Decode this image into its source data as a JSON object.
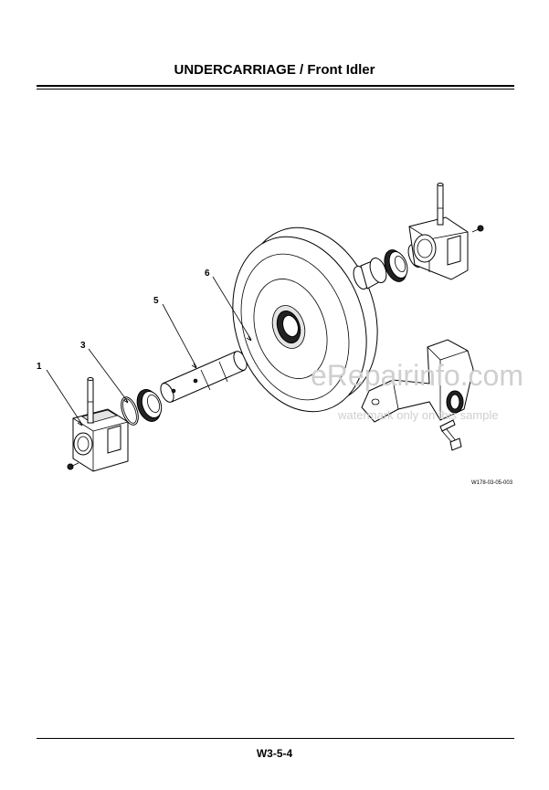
{
  "header": {
    "title": "UNDERCARRIAGE / Front Idler"
  },
  "figure": {
    "callouts": [
      {
        "id": "c1",
        "label": "1"
      },
      {
        "id": "c3",
        "label": "3"
      },
      {
        "id": "c5",
        "label": "5"
      },
      {
        "id": "c6",
        "label": "6"
      }
    ],
    "figure_code": "W178-03-05-003"
  },
  "watermark": {
    "main": "eRepairinfo.com",
    "sub": "watermark only on this sample"
  },
  "footer": {
    "page_number": "W3-5-4"
  }
}
